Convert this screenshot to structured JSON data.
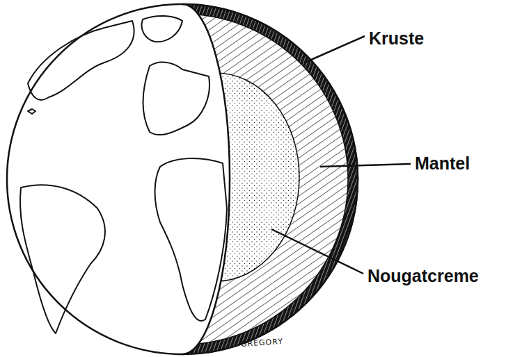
{
  "diagram": {
    "labels": [
      "Kruste",
      "Mantel",
      "Nougatcreme",
      "GREGORY"
    ]
  }
}
